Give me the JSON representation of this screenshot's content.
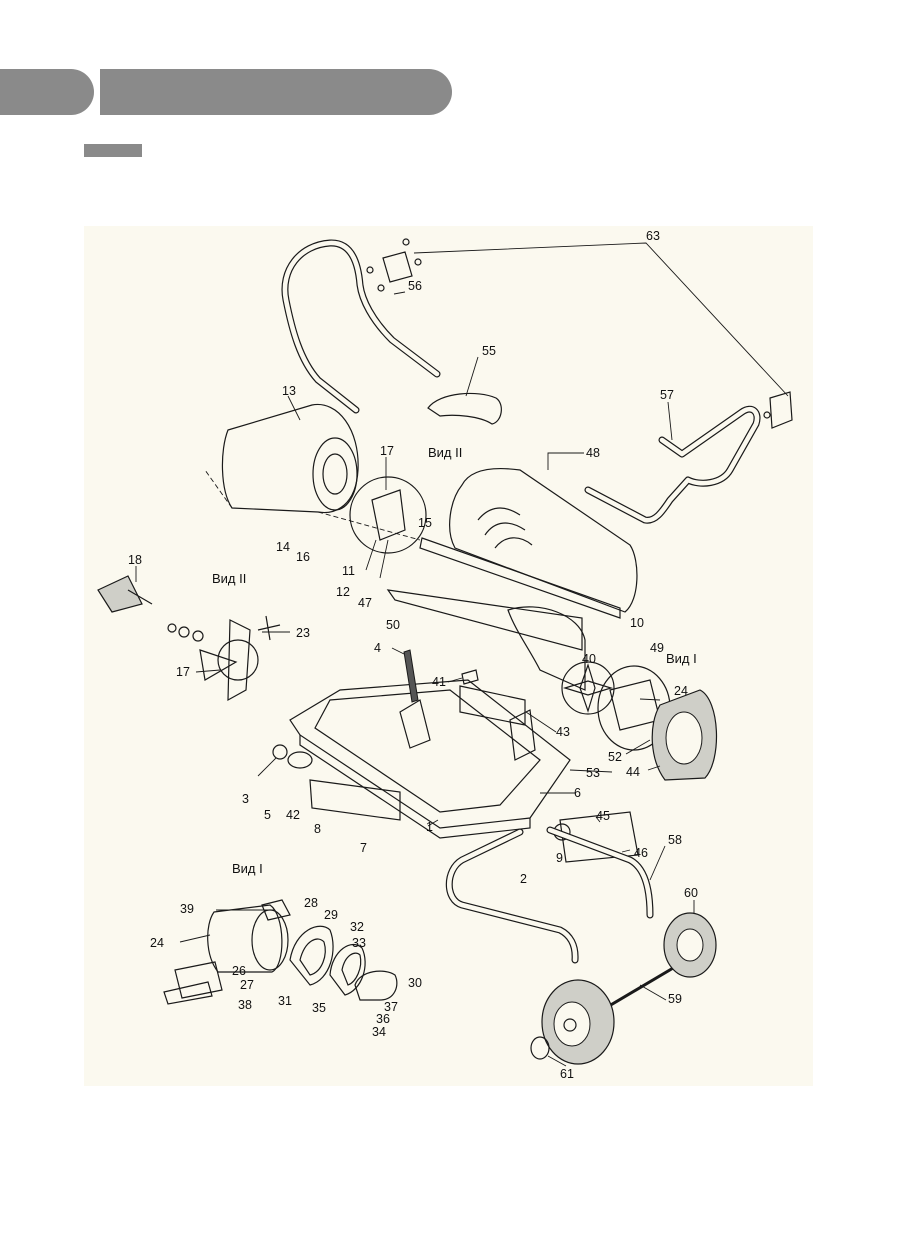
{
  "header": {
    "left_block": "",
    "right_block": "",
    "tag": ""
  },
  "diagram": {
    "view_labels": {
      "view_1": "Вид I",
      "view_2": "Вид II"
    },
    "callouts": [
      "1",
      "2",
      "3",
      "4",
      "5",
      "6",
      "7",
      "8",
      "9",
      "10",
      "11",
      "12",
      "13",
      "14",
      "15",
      "16",
      "17",
      "18",
      "23",
      "24",
      "26",
      "27",
      "28",
      "29",
      "30",
      "31",
      "32",
      "33",
      "34",
      "35",
      "36",
      "37",
      "38",
      "39",
      "40",
      "41",
      "42",
      "43",
      "44",
      "45",
      "46",
      "47",
      "48",
      "49",
      "50",
      "52",
      "53",
      "55",
      "56",
      "57",
      "58",
      "59",
      "60",
      "61",
      "63"
    ]
  }
}
